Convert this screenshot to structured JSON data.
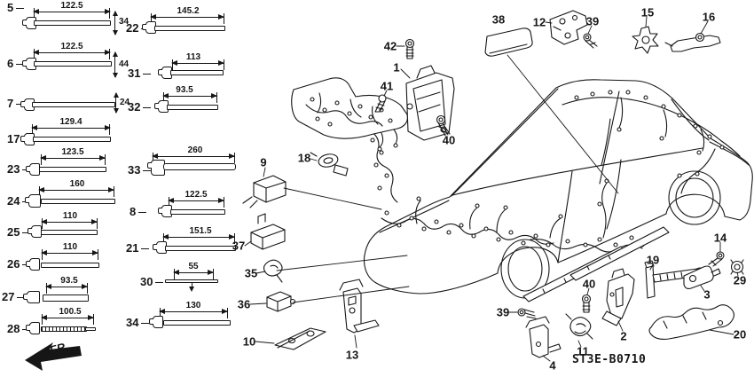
{
  "diagram": {
    "code": "ST3E-B0710",
    "front_label": "FR.",
    "ink": "#161616",
    "paper": "#ffffff"
  },
  "bands": {
    "col1": [
      {
        "ref": "5",
        "length": "122.5",
        "height": "34"
      },
      {
        "ref": "6",
        "length": "122.5",
        "height": "44"
      },
      {
        "ref": "7",
        "length": "",
        "height": "24"
      },
      {
        "ref": "17",
        "length": "129.4",
        "height": ""
      },
      {
        "ref": "23",
        "length": "123.5",
        "height": ""
      },
      {
        "ref": "24",
        "length": "160",
        "height": ""
      },
      {
        "ref": "25",
        "length": "110",
        "height": ""
      },
      {
        "ref": "26",
        "length": "110",
        "height": ""
      },
      {
        "ref": "27",
        "length": "93.5",
        "height": ""
      },
      {
        "ref": "28",
        "length": "100.5",
        "height": ""
      }
    ],
    "col2": [
      {
        "ref": "22",
        "length": "145.2"
      },
      {
        "ref": "31",
        "length": "113"
      },
      {
        "ref": "32",
        "length": "93.5"
      },
      {
        "ref": "33",
        "length": "260"
      },
      {
        "ref": "8",
        "length": "122.5"
      },
      {
        "ref": "21",
        "length": "151.5"
      },
      {
        "ref": "30",
        "length": "55"
      },
      {
        "ref": "34",
        "length": "130"
      }
    ]
  },
  "callouts": {
    "c1": "1",
    "c2": "2",
    "c3": "3",
    "c4": "4",
    "c9": "9",
    "c10": "10",
    "c11": "11",
    "c12": "12",
    "c13": "13",
    "c14": "14",
    "c15": "15",
    "c16": "16",
    "c18": "18",
    "c19": "19",
    "c20": "20",
    "c29": "29",
    "c35": "35",
    "c36": "36",
    "c37": "37",
    "c38": "38",
    "c39a": "39",
    "c39b": "39",
    "c40a": "40",
    "c40b": "40",
    "c41": "41",
    "c42": "42"
  }
}
